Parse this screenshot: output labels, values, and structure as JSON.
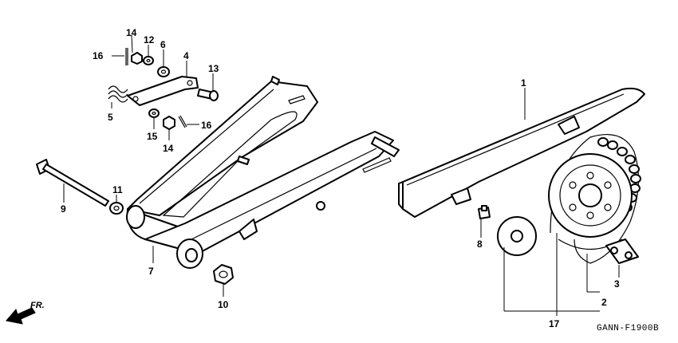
{
  "drawing_code": "GANN-F1900B",
  "direction_label": "FR.",
  "callouts": {
    "c1": "1",
    "c2": "2",
    "c3": "3",
    "c4": "4",
    "c5": "5",
    "c6": "6",
    "c7": "7",
    "c8": "8",
    "c9": "9",
    "c10": "10",
    "c11": "11",
    "c12": "12",
    "c13": "13",
    "c14a": "14",
    "c14b": "14",
    "c15": "15",
    "c16a": "16",
    "c16b": "16",
    "c17": "17"
  }
}
